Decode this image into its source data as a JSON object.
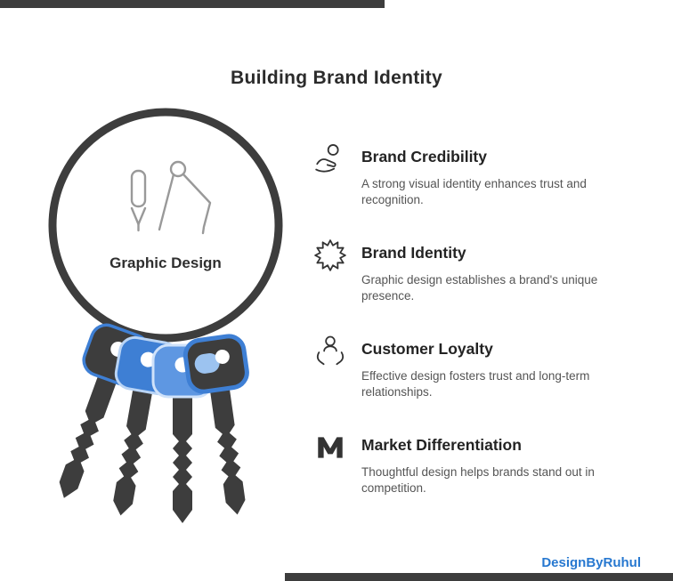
{
  "title": "Building Brand Identity",
  "ring": {
    "label": "Graphic Design"
  },
  "benefits": [
    {
      "icon": "credibility-hand-icon",
      "heading": "Brand Credibility",
      "body": "A strong visual identity enhances trust and recognition."
    },
    {
      "icon": "seal-badge-icon",
      "heading": "Brand Identity",
      "body": "Graphic design establishes a brand's unique presence."
    },
    {
      "icon": "customer-care-icon",
      "heading": "Customer Loyalty",
      "body": "Effective design fosters trust and long-term relationships."
    },
    {
      "icon": "letter-m-icon",
      "heading": "Market Differentiation",
      "body": "Thoughtful design helps brands stand out in competition."
    }
  ],
  "credit": "DesignByRuhul",
  "colors": {
    "dark": "#3d3d3d",
    "accent_blue": "#3e7fd4",
    "light_blue": "#9cc3f0",
    "heading_text": "#232323",
    "body_text": "#555555",
    "credit_blue": "#2778d0"
  }
}
